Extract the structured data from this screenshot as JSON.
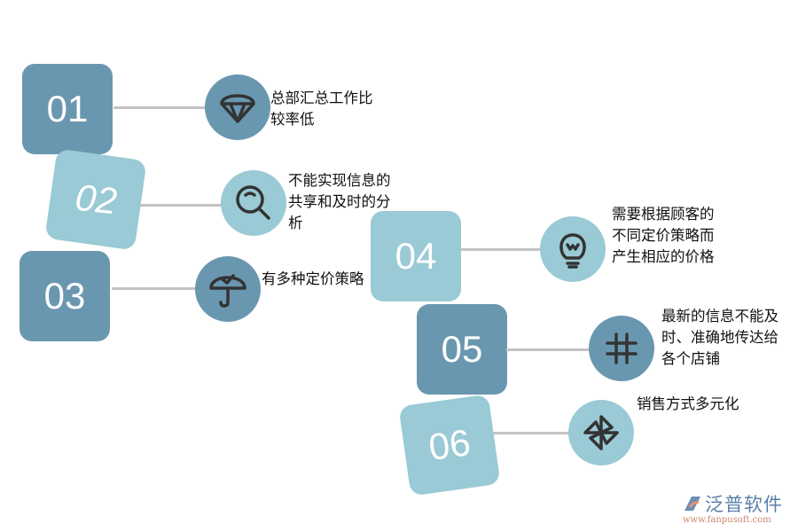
{
  "colors": {
    "dark": "#6a97b0",
    "light": "#99cad5",
    "line": "#c3c3c3",
    "icon": "#333333"
  },
  "items": [
    {
      "number": "01",
      "text": "总部汇总工作比较率低",
      "icon": "parachute-icon"
    },
    {
      "number": "02",
      "text": "不能实现信息的共享和及时的分析",
      "icon": "search-icon"
    },
    {
      "number": "03",
      "text": "有多种定价策略",
      "icon": "umbrella-icon"
    },
    {
      "number": "04",
      "text": "需要根据顾客的不同定价策略而产生相应的价格",
      "icon": "lightbulb-icon"
    },
    {
      "number": "05",
      "text": "最新的信息不能及时、准确地传达给各个店铺",
      "icon": "hashtag-icon"
    },
    {
      "number": "06",
      "text": "销售方式多元化",
      "icon": "pinwheel-icon"
    }
  ],
  "logo": {
    "name": "泛普软件",
    "url": "www.fanpusoft.com"
  }
}
